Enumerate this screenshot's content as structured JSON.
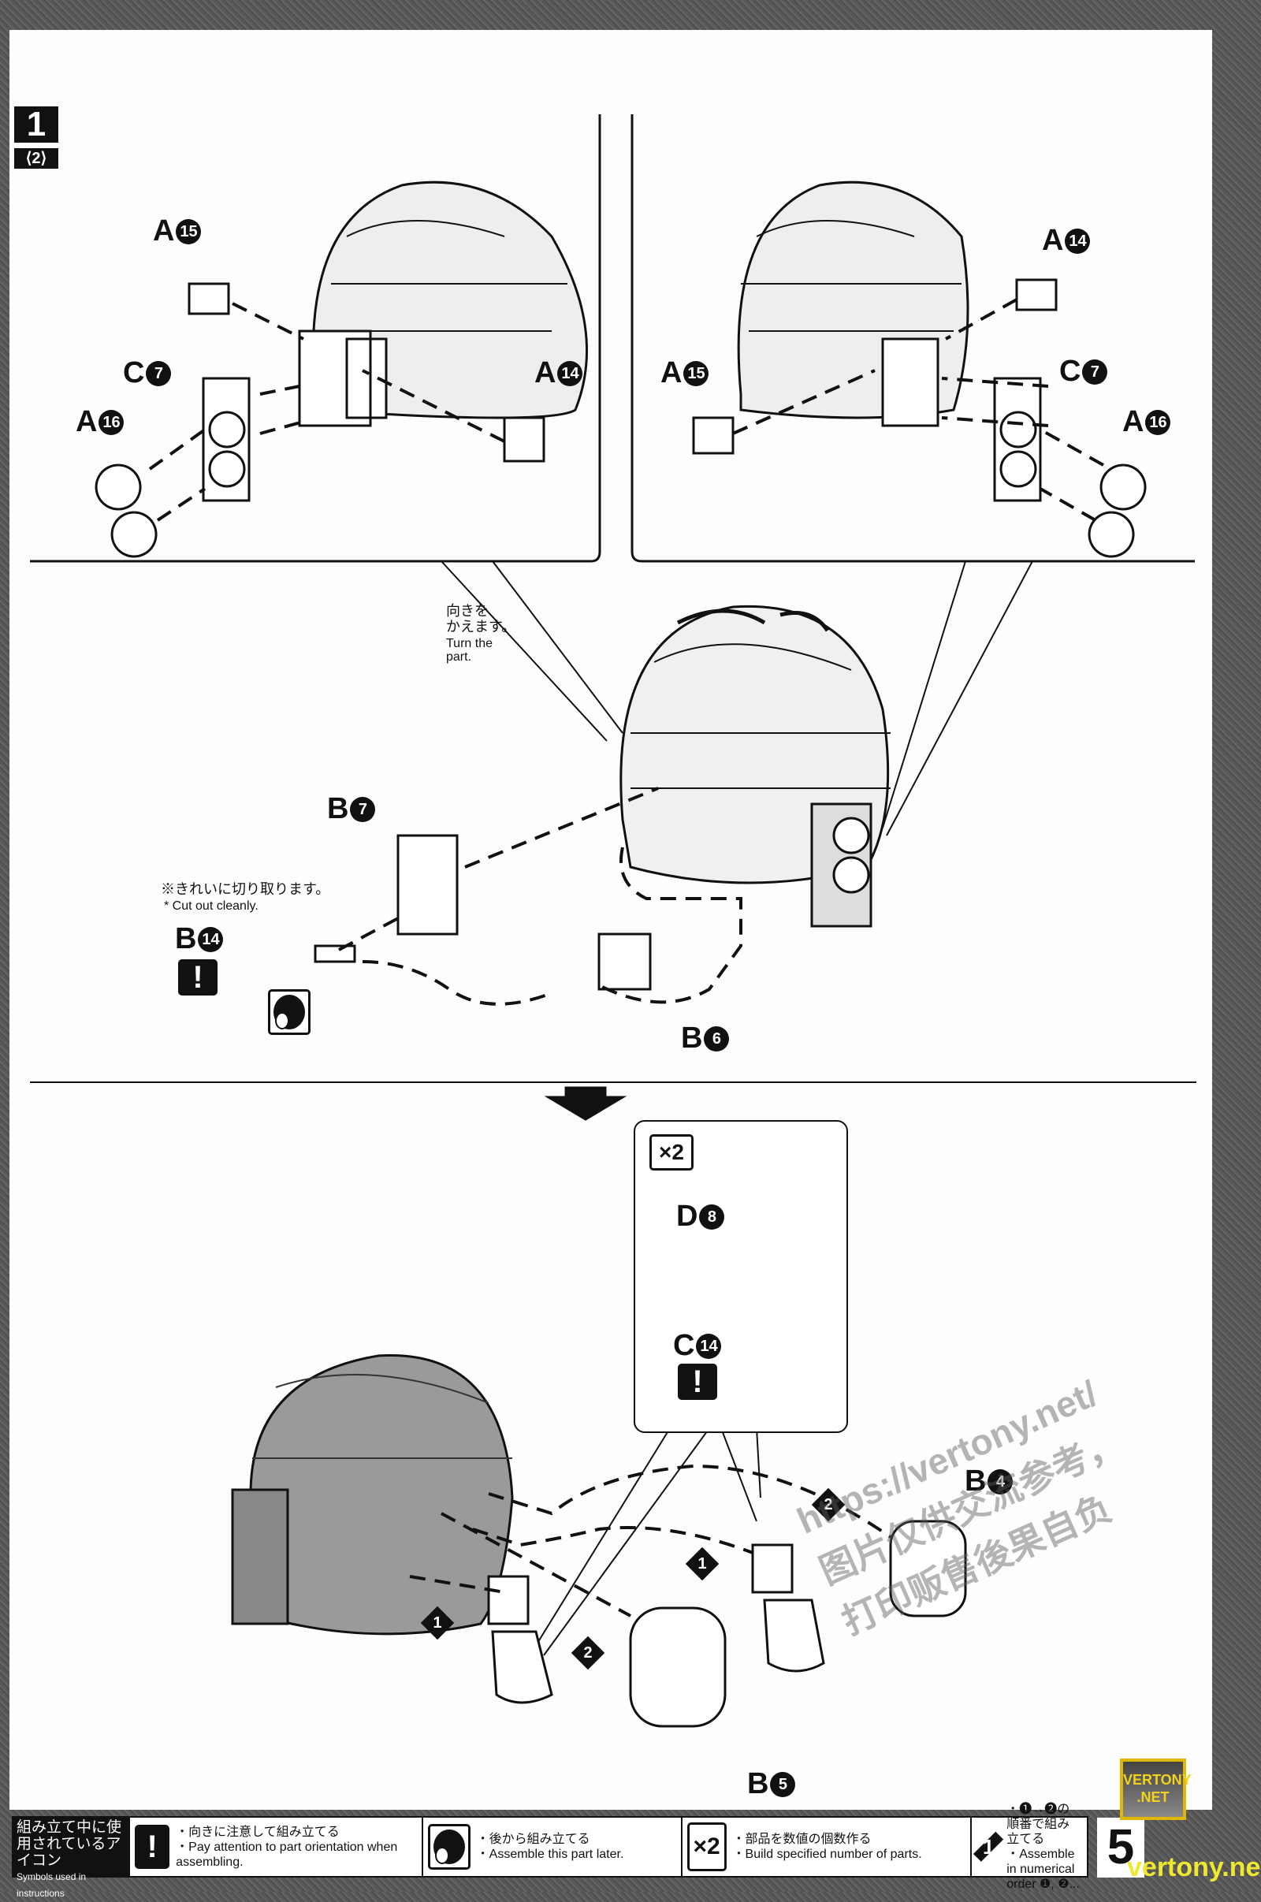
{
  "step": {
    "number": "1",
    "sub": "⟨2⟩"
  },
  "top_left": {
    "labels": [
      {
        "letter": "A",
        "num": "15"
      },
      {
        "letter": "C",
        "num": "7"
      },
      {
        "letter": "A",
        "num": "16"
      },
      {
        "letter": "A",
        "num": "14"
      }
    ]
  },
  "top_right": {
    "labels": [
      {
        "letter": "A",
        "num": "14"
      },
      {
        "letter": "A",
        "num": "15"
      },
      {
        "letter": "C",
        "num": "7"
      },
      {
        "letter": "A",
        "num": "16"
      }
    ]
  },
  "middle": {
    "turn_note_jp": "向きを\nかえます。",
    "turn_note_en": "Turn the\npart.",
    "cut_note_jp": "※きれいに切り取ります。",
    "cut_note_en": "* Cut out cleanly.",
    "labels": [
      {
        "letter": "B",
        "num": "7"
      },
      {
        "letter": "B",
        "num": "14"
      },
      {
        "letter": "B",
        "num": "6"
      }
    ],
    "warn_icon": "exclamation-icon",
    "later_icon": "assemble-later-icon"
  },
  "bottom": {
    "x2_label": "×2",
    "box_labels": [
      {
        "letter": "D",
        "num": "8"
      },
      {
        "letter": "C",
        "num": "14"
      }
    ],
    "labels": [
      {
        "letter": "B",
        "num": "4"
      },
      {
        "letter": "B",
        "num": "5"
      }
    ],
    "order_marks": [
      "2",
      "1",
      "1",
      "2"
    ]
  },
  "footer": {
    "title_jp": "組み立て中に使用されているアイコン",
    "title_en": "Symbols used in instructions",
    "items": [
      {
        "icon": "!",
        "jp": "・向きに注意して組み立てる",
        "en": "・Pay attention to part orientation when assembling."
      },
      {
        "icon": "",
        "jp": "・後から組み立てる",
        "en": "・Assemble this part later."
      },
      {
        "icon": "×2",
        "jp": "・部品を数値の個数作る",
        "en": "・Build specified number of parts."
      },
      {
        "icon": "1",
        "jp": "・❶→❷の順番で組み立てる",
        "en": "・Assemble in numerical order ❶, ❷..."
      }
    ],
    "page_number": "5"
  },
  "watermark": {
    "logo": "VERTONY .NET",
    "site": "vertony.net",
    "lines": [
      "https://vertony.net/",
      "图片仅供交流参考，",
      "打印贩售後果自负"
    ]
  },
  "colors": {
    "background": "#5a5a5a",
    "ink": "#111111",
    "watermark": "#f0e830"
  }
}
